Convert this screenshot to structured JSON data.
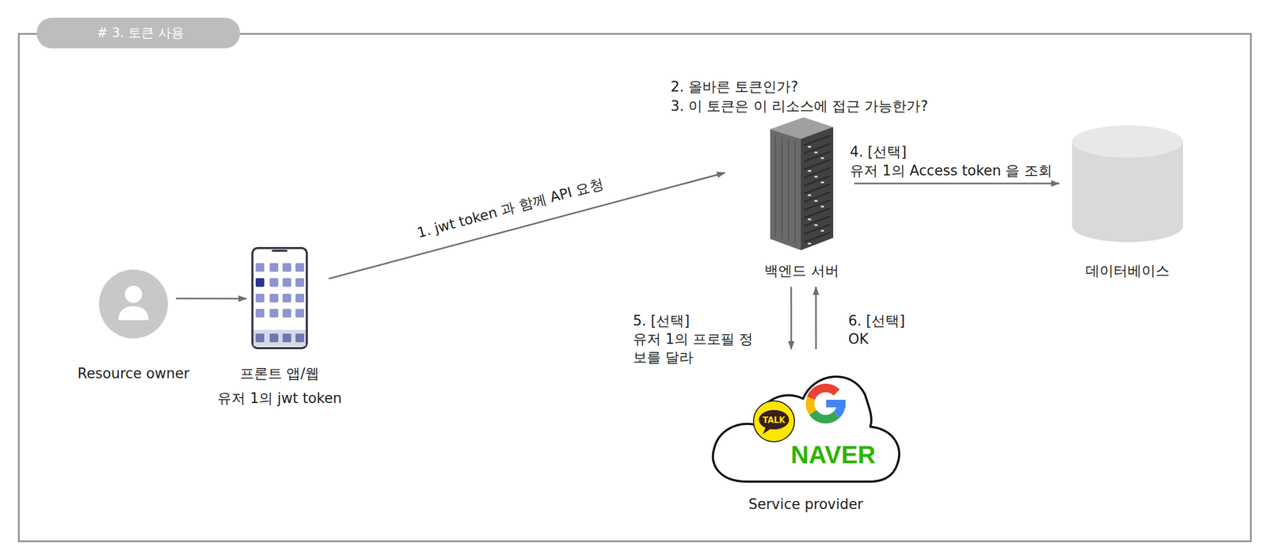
{
  "diagram": {
    "title": "# 3. 토큰 사용",
    "nodes": [
      {
        "text": [
          "Resource owner"
        ]
      },
      {
        "text": [
          "프론트 앱/웹",
          "유저 1의 jwt token"
        ]
      },
      {
        "text": [
          "백엔드 서버"
        ]
      },
      {
        "text": [
          "데이터베이스"
        ]
      },
      {
        "text": [
          "Service provider"
        ]
      }
    ],
    "edges": [
      {
        "from": 0,
        "to": 1,
        "arrow": "to"
      },
      {
        "from": 1,
        "to": 2,
        "label": "1. jwt token 과 함께 API 요청",
        "arrow": "to"
      },
      {
        "from": 2,
        "to": 3,
        "label": "4. [선택]",
        "arrow": "to"
      },
      {
        "from": 2,
        "to": 4,
        "label": "5. [선택]",
        "arrow": "to"
      },
      {
        "from": 4,
        "to": 2,
        "label": "6. [선택]",
        "arrow": "to"
      }
    ],
    "labels": [
      "2. 올바른 토큰인가?",
      "3. 이 토큰은 이 리소스에 접근 가능한가?",
      "유저 1의 Access token 을 조회",
      "유저 1의 프로필 정보를 달라",
      "OK",
      "TALK",
      "NAVER"
    ]
  }
}
